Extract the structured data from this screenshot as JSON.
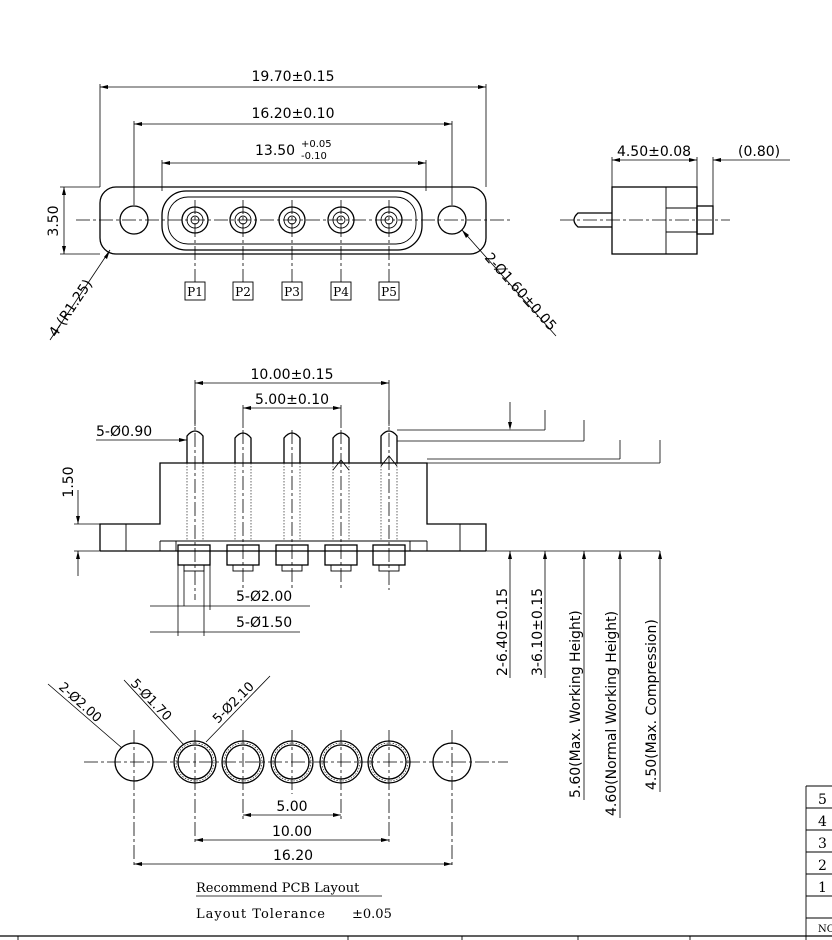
{
  "top_view": {
    "width_overall": "19.70±0.15",
    "width_holes": "16.20±0.10",
    "width_body": "13.50",
    "width_body_tol_plus": "+0.05",
    "width_body_tol_minus": "-0.10",
    "height": "3.50",
    "corner_radius": "4-(R1.25)",
    "mount_holes": "2-Ø1.60±0.05",
    "pin_labels": [
      "P1",
      "P2",
      "P3",
      "P4",
      "P5"
    ]
  },
  "side_view": {
    "length": "4.50±0.08",
    "offset": "(0.80)"
  },
  "front_view": {
    "pitch_total": "10.00±0.15",
    "pitch": "5.00±0.10",
    "pin_diameter": "5-Ø0.90",
    "step_height": "1.50",
    "tail_diameter_outer": "5-Ø2.00",
    "tail_diameter_inner": "5-Ø1.50",
    "vertical_dims": [
      "2-6.40±0.15",
      "3-6.10±0.15",
      "5.60(Max. Working Height)",
      "4.60(Normal Working Height)",
      "4.50(Max. Compression)"
    ]
  },
  "pcb_layout": {
    "hole_mount": "2-Ø2.00",
    "hole_pin": "5-Ø1.70",
    "pad_pin": "5-Ø2.10",
    "dim_pitch": "5.00",
    "dim_pitch_total": "10.00",
    "dim_mount": "16.20",
    "title": "Recommend PCB Layout",
    "tolerance_label": "Layout Tolerance",
    "tolerance_value": "±0.05"
  },
  "table": {
    "row_numbers": [
      "5",
      "4",
      "3",
      "2",
      "1"
    ],
    "header_cell": "NO"
  }
}
